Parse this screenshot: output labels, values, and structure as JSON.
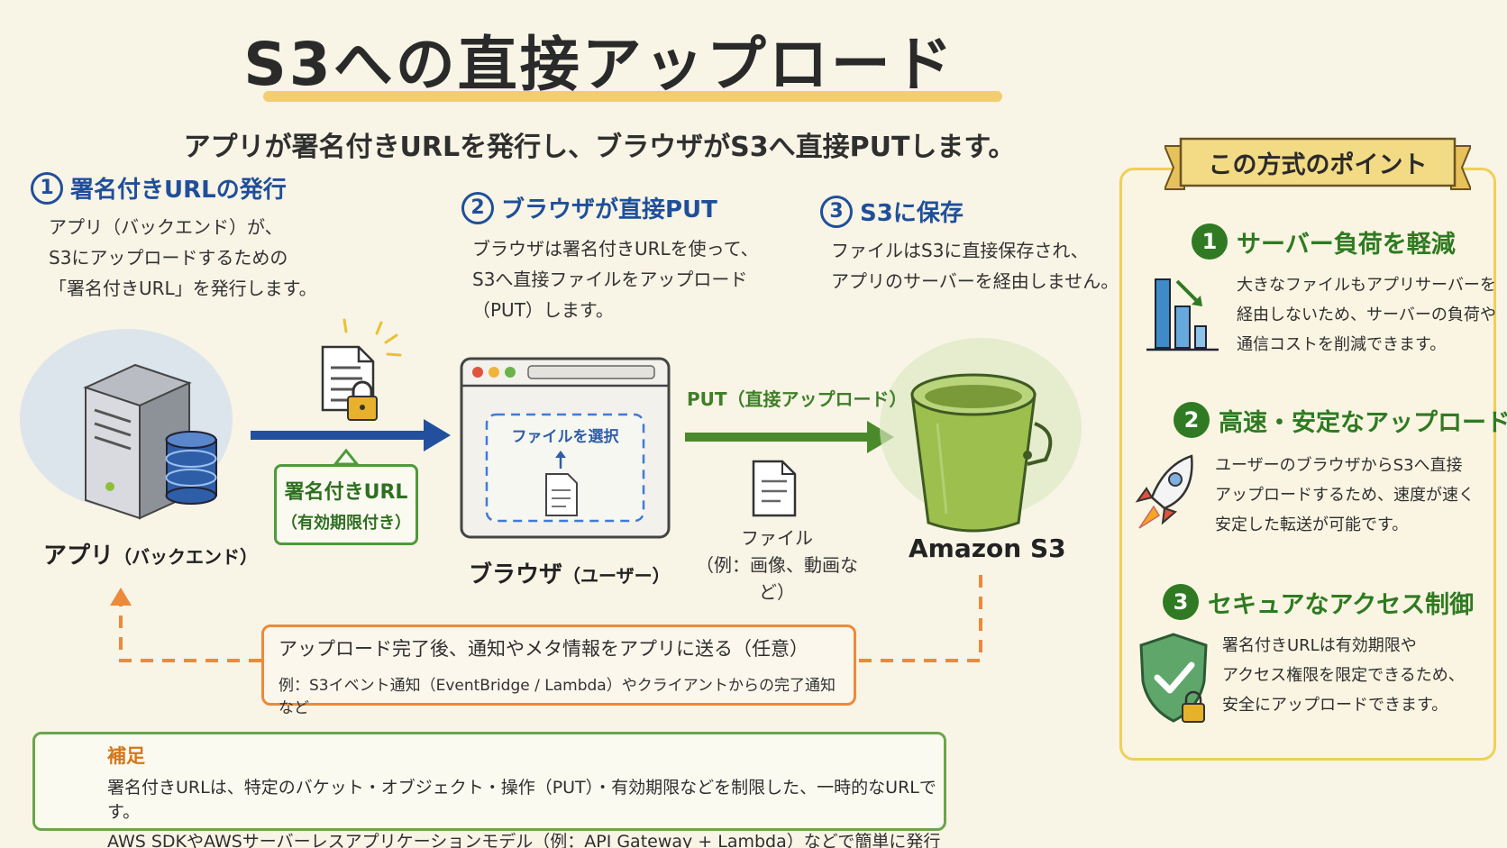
{
  "title": "S3への直接アップロード",
  "subtitle": "アプリが署名付きURLを発行し、ブラウザがS3へ直接PUTします。",
  "steps": [
    {
      "num": "1",
      "heading": "署名付きURLの発行",
      "body": "アプリ（バックエンド）が、\nS3にアップロードするための\n「署名付きURL」を発行します。"
    },
    {
      "num": "2",
      "heading": "ブラウザが直接PUT",
      "body": "ブラウザは署名付きURLを使って、\nS3へ直接ファイルをアップロード\n（PUT）します。"
    },
    {
      "num": "3",
      "heading": "S3に保存",
      "body": "ファイルはS3に直接保存され、\nアプリのサーバーを経由しません。"
    }
  ],
  "app_label": {
    "main": "アプリ",
    "sub": "（バックエンド）"
  },
  "url_badge": {
    "line1": "署名付きURL",
    "line2": "（有効期限付き）"
  },
  "browser": {
    "select_file": "ファイルを選択",
    "label_main": "ブラウザ",
    "label_sub": "（ユーザー）"
  },
  "put_label": "PUT（直接アップロード）",
  "file_label": {
    "line1": "ファイル",
    "line2": "（例：画像、動画など）"
  },
  "s3_label": "Amazon S3",
  "notify": {
    "line1": "アップロード完了後、通知やメタ情報をアプリに送る（任意）",
    "line2": "例：S3イベント通知（EventBridge / Lambda）やクライアントからの完了通知など"
  },
  "supplement": {
    "title": "補足",
    "line1": "署名付きURLは、特定のバケット・オブジェクト・操作（PUT）・有効期限などを制限した、一時的なURLです。",
    "line2": "AWS SDKやAWSサーバーレスアプリケーションモデル（例：API Gateway + Lambda）などで簡単に発行できます。"
  },
  "points": {
    "title": "この方式のポイント",
    "items": [
      {
        "num": "1",
        "heading": "サーバー負荷を軽減",
        "body": "大きなファイルもアプリサーバーを\n経由しないため、サーバーの負荷や\n通信コストを削減できます。"
      },
      {
        "num": "2",
        "heading": "高速・安定なアップロード",
        "body": "ユーザーのブラウザからS3へ直接\nアップロードするため、速度が速く\n安定した転送が可能です。"
      },
      {
        "num": "3",
        "heading": "セキュアなアクセス制御",
        "body": "署名付きURLは有効期限や\nアクセス権限を限定できるため、\n安全にアップロードできます。"
      }
    ]
  }
}
